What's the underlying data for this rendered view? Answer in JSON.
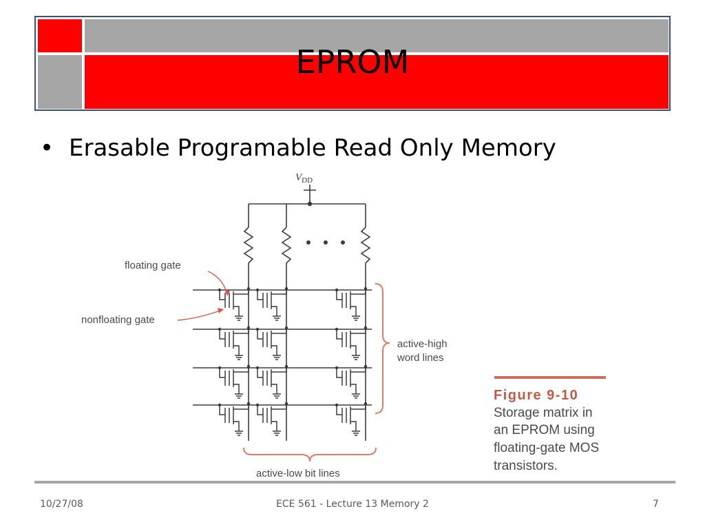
{
  "slide": {
    "title": "EPROM",
    "bullet": "Erasable Programable Read Only Memory"
  },
  "figure": {
    "vdd_label": "V",
    "vdd_subscript": "DD",
    "label_floating_gate": "floating gate",
    "label_nonfloating_gate": "nonfloating gate",
    "label_word_lines_1": "active-high",
    "label_word_lines_2": "word lines",
    "label_bit_lines": "active-low bit lines",
    "caption_heading": "Figure 9-10",
    "caption_line1": "Storage matrix in",
    "caption_line2": "an EPROM using",
    "caption_line3": "floating-gate MOS",
    "caption_line4": "transistors."
  },
  "footer": {
    "date": "10/27/08",
    "course": "ECE 561 - Lecture 13 Memory 2",
    "page": "7"
  },
  "colors": {
    "accent_red": "#ff0000",
    "accent_gray": "#a6a6a6",
    "border_blue": "#3a5078",
    "caption_rule": "#d06a5a",
    "brace_color": "#e07a68"
  }
}
